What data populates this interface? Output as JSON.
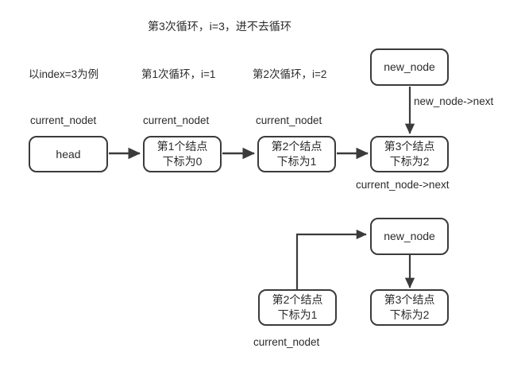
{
  "diagram": {
    "title": "第3次循环，i=3，进不去循环",
    "stage_labels": [
      {
        "text": "以index=3为例"
      },
      {
        "text": "第1次循环，i=1"
      },
      {
        "text": "第2次循环，i=2"
      }
    ],
    "pointer_labels": [
      {
        "text": "current_nodet"
      },
      {
        "text": "current_nodet"
      },
      {
        "text": "current_nodet"
      },
      {
        "text": "current_nodet"
      }
    ],
    "edge_labels": [
      {
        "text": "new_node->next"
      },
      {
        "text": "current_node->next"
      }
    ],
    "top_row": {
      "head_box": {
        "line1": "head"
      },
      "node1": {
        "line1": "第1个结点",
        "line2": "下标为0"
      },
      "node2": {
        "line1": "第2个结点",
        "line2": "下标为1"
      },
      "node3": {
        "line1": "第3个结点",
        "line2": "下标为2"
      },
      "new_node": {
        "line1": "new_node"
      }
    },
    "bottom_row": {
      "node2": {
        "line1": "第2个结点",
        "line2": "下标为1"
      },
      "node3": {
        "line1": "第3个结点",
        "line2": "下标为2"
      },
      "new_node": {
        "line1": "new_node"
      }
    },
    "colors": {
      "stroke": "#3b3b3b",
      "text": "#2b2b2b",
      "background": "#ffffff"
    }
  }
}
